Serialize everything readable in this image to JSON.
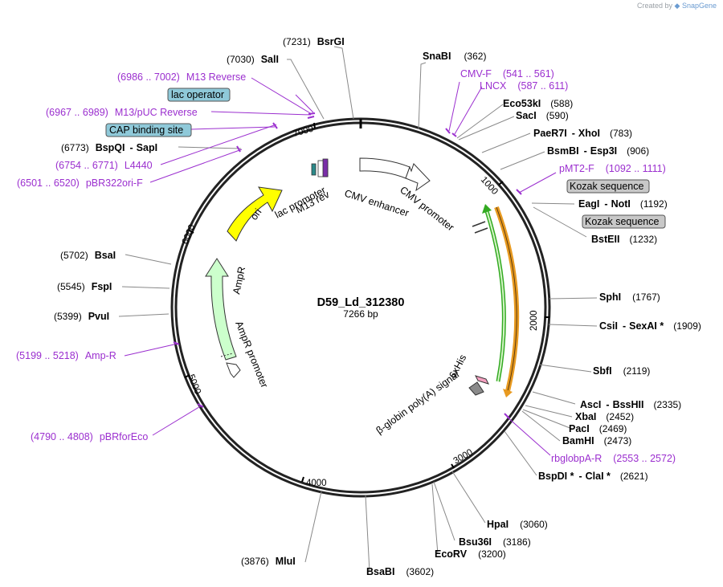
{
  "credit": {
    "prefix": "Created by",
    "brand": "SnapGene"
  },
  "plasmid": {
    "name": "D59_Ld_312380",
    "length": "7266 bp"
  },
  "ticks": [
    "1000",
    "2000",
    "3000",
    "4000",
    "5000",
    "6000",
    "7000"
  ],
  "enzymes": [
    {
      "id": "bsrgi",
      "name": "BsrGI",
      "pos": "(7231)"
    },
    {
      "id": "sali",
      "name": "SalI",
      "pos": "(7030)"
    },
    {
      "id": "snabi",
      "name": "SnaBI",
      "pos": "(362)"
    },
    {
      "id": "eco53ki",
      "name": "Eco53kI",
      "pos": "(588)"
    },
    {
      "id": "saci",
      "name": "SacI",
      "pos": "(590)"
    },
    {
      "id": "paer7i",
      "name": "PaeR7I",
      "name2": "XhoI",
      "pos": "(783)"
    },
    {
      "id": "bsmbi",
      "name": "BsmBI",
      "name2": "Esp3I",
      "pos": "(906)"
    },
    {
      "id": "eagi",
      "name": "EagI",
      "name2": "NotI",
      "pos": "(1192)"
    },
    {
      "id": "bsteii",
      "name": "BstEII",
      "pos": "(1232)"
    },
    {
      "id": "sphi",
      "name": "SphI",
      "pos": "(1767)"
    },
    {
      "id": "csii",
      "name": "CsiI",
      "name2": "SexAI *",
      "pos": "(1909)"
    },
    {
      "id": "sbfi",
      "name": "SbfI",
      "pos": "(2119)"
    },
    {
      "id": "asci",
      "name": "AscI",
      "name2": "BssHII",
      "pos": "(2335)"
    },
    {
      "id": "xbai",
      "name": "XbaI",
      "pos": "(2452)"
    },
    {
      "id": "paci",
      "name": "PacI",
      "pos": "(2469)"
    },
    {
      "id": "bamhi",
      "name": "BamHI",
      "pos": "(2473)"
    },
    {
      "id": "bspdi",
      "name": "BspDI *",
      "name2": "ClaI *",
      "pos": "(2621)"
    },
    {
      "id": "hpai",
      "name": "HpaI",
      "pos": "(3060)"
    },
    {
      "id": "bsu36i",
      "name": "Bsu36I",
      "pos": "(3186)"
    },
    {
      "id": "ecorv",
      "name": "EcoRV",
      "pos": "(3200)"
    },
    {
      "id": "bsabi",
      "name": "BsaBI",
      "pos": "(3602)"
    },
    {
      "id": "mlui",
      "name": "MluI",
      "pos": "(3876)"
    },
    {
      "id": "bsai",
      "name": "BsaI",
      "pos": "(5702)"
    },
    {
      "id": "fspi",
      "name": "FspI",
      "pos": "(5545)"
    },
    {
      "id": "pvui",
      "name": "PvuI",
      "pos": "(5399)"
    },
    {
      "id": "bspqi",
      "name": "BspQI",
      "name2": "SapI",
      "pos": "(6773)"
    }
  ],
  "primers": [
    {
      "id": "m13rev",
      "range": "(6986 .. 7002)",
      "name": "M13 Reverse"
    },
    {
      "id": "m13puc",
      "range": "(6967 .. 6989)",
      "name": "M13/pUC Reverse"
    },
    {
      "id": "l4440",
      "range": "(6754 .. 6771)",
      "name": "L4440"
    },
    {
      "id": "pbr322ori",
      "range": "(6501 .. 6520)",
      "name": "pBR322ori-F"
    },
    {
      "id": "cmvf",
      "name": "CMV-F",
      "range": "(541 .. 561)"
    },
    {
      "id": "lncx",
      "name": "LNCX",
      "range": "(587 .. 611)"
    },
    {
      "id": "pmt2f",
      "name": "pMT2-F",
      "range": "(1092 .. 1111)"
    },
    {
      "id": "rbglob",
      "name": "rbglobpA-R",
      "range": "(2553 .. 2572)"
    },
    {
      "id": "ampr",
      "range": "(5199 .. 5218)",
      "name": "Amp-R"
    },
    {
      "id": "pbrfor",
      "range": "(4790 .. 4808)",
      "name": "pBRforEco"
    }
  ],
  "tags": {
    "lac_operator": "lac operator",
    "cap_site": "CAP binding site",
    "kozak1": "Kozak sequence",
    "kozak2": "Kozak sequence"
  },
  "features": {
    "ori": "ori",
    "ampr": "AmpR",
    "ampr_promoter": "AmpR promoter",
    "lac_promoter": "lac promoter",
    "m13_rev": "M13 rev",
    "cmv_enhancer": "CMV enhancer",
    "cmv_promoter": "CMV promoter",
    "his6": "6xHis",
    "bglobin": "β-globin poly(A) signal"
  },
  "colors": {
    "ori": "#ffff00",
    "ampr": "#ccffcc",
    "orf_green": "#33aa22",
    "orf_orange": "#e89a20",
    "primer": "#9b2fcf",
    "tag_blue": "#8fc9d9",
    "tag_gray": "#c8c8c8"
  }
}
